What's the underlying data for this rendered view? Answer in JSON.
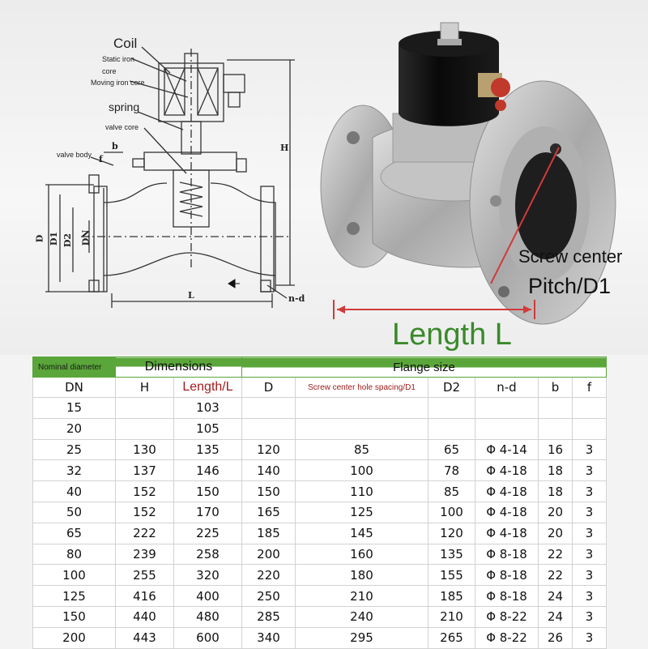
{
  "diagram": {
    "labels": {
      "coil": "Coil",
      "static_iron_core": "Static iron core",
      "moving_iron_core": "Moving iron core",
      "spring": "spring",
      "valve_core": "valve core",
      "valve_body": "valve body",
      "b": "b",
      "f": "f",
      "D": "D",
      "D1": "D1",
      "D2": "D2",
      "DN": "DN",
      "H": "H",
      "L": "L",
      "n_d": "n-d"
    }
  },
  "photo": {
    "screw_center": "Screw center",
    "pitch": "Pitch/D1",
    "length": "Length L",
    "colors": {
      "flange": "#b8b8b8",
      "coil_cap": "#111111",
      "connector": "#c0392b",
      "arrow": "#d23a3a",
      "length_text": "#3a8a2a"
    }
  },
  "table": {
    "group_headers": {
      "nominal_diameter": "Nominal diameter",
      "dimensions": "Dimensions",
      "flange_size": "Flange size"
    },
    "columns": {
      "dn": "DN",
      "h": "H",
      "length": "Length/L",
      "d": "D",
      "screw_spacing": "Screw center hole spacing/D1",
      "d2": "D2",
      "nd": "n-d",
      "b": "b",
      "f": "f"
    },
    "rows": [
      [
        "15",
        "",
        "103",
        "",
        "",
        "",
        "",
        "",
        ""
      ],
      [
        "20",
        "",
        "105",
        "",
        "",
        "",
        "",
        "",
        ""
      ],
      [
        "25",
        "130",
        "135",
        "120",
        "85",
        "65",
        "Φ 4-14",
        "16",
        "3"
      ],
      [
        "32",
        "137",
        "146",
        "140",
        "100",
        "78",
        "Φ 4-18",
        "18",
        "3"
      ],
      [
        "40",
        "152",
        "150",
        "150",
        "110",
        "85",
        "Φ 4-18",
        "18",
        "3"
      ],
      [
        "50",
        "152",
        "170",
        "165",
        "125",
        "100",
        "Φ 4-18",
        "20",
        "3"
      ],
      [
        "65",
        "222",
        "225",
        "185",
        "145",
        "120",
        "Φ 4-18",
        "20",
        "3"
      ],
      [
        "80",
        "239",
        "258",
        "200",
        "160",
        "135",
        "Φ 8-18",
        "22",
        "3"
      ],
      [
        "100",
        "255",
        "320",
        "220",
        "180",
        "155",
        "Φ 8-18",
        "22",
        "3"
      ],
      [
        "125",
        "416",
        "400",
        "250",
        "210",
        "185",
        "Φ 8-18",
        "24",
        "3"
      ],
      [
        "150",
        "440",
        "480",
        "285",
        "240",
        "210",
        "Φ 8-22",
        "24",
        "3"
      ],
      [
        "200",
        "443",
        "600",
        "340",
        "295",
        "265",
        "Φ 8-22",
        "26",
        "3"
      ]
    ],
    "colors": {
      "header_green": "#5aa63a",
      "length_header": "#a01c1c"
    }
  }
}
